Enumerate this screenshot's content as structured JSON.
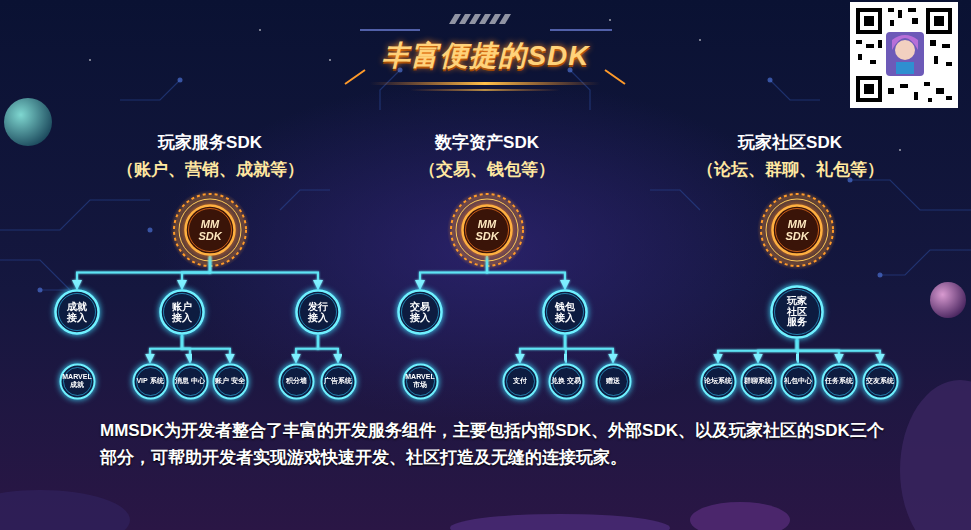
{
  "diagram": {
    "title": "丰富便捷的SDK",
    "caption": "MMSDK为开发者整合了丰富的开发服务组件，主要包括内部SDK、外部SDK、以及玩家社区的SDK三个部分，可帮助开发者实现游戏快速开发、社区打造及无缝的连接玩家。",
    "nodes": [
      {
        "text": [
          "MM SDK"
        ]
      },
      {
        "text": [
          "成就 接入"
        ]
      },
      {
        "text": [
          "账户 接入"
        ]
      },
      {
        "text": [
          "发行 接入"
        ]
      },
      {
        "text": [
          "MARVEL 成就"
        ]
      },
      {
        "text": [
          "VIP 系统"
        ]
      },
      {
        "text": [
          "消息 中心"
        ]
      },
      {
        "text": [
          "账户 安全"
        ]
      },
      {
        "text": [
          "积分墙"
        ]
      },
      {
        "text": [
          "广告系统"
        ]
      },
      {
        "text": [
          "MM SDK"
        ]
      },
      {
        "text": [
          "交易 接入"
        ]
      },
      {
        "text": [
          "钱包 接入"
        ]
      },
      {
        "text": [
          "MARVEL 市场"
        ]
      },
      {
        "text": [
          "支付"
        ]
      },
      {
        "text": [
          "兑换 交易"
        ]
      },
      {
        "text": [
          "赠送"
        ]
      },
      {
        "text": [
          "MM SDK"
        ]
      },
      {
        "text": [
          "玩家 社区 服务"
        ]
      },
      {
        "text": [
          "论坛系统"
        ]
      },
      {
        "text": [
          "群聊系统"
        ]
      },
      {
        "text": [
          "礼包中心"
        ]
      },
      {
        "text": [
          "任务系统"
        ]
      },
      {
        "text": [
          "交友系统"
        ]
      }
    ],
    "edges": [
      {
        "from": 0,
        "to": 1,
        "arrow": "to"
      },
      {
        "from": 0,
        "to": 2,
        "arrow": "to"
      },
      {
        "from": 0,
        "to": 3,
        "arrow": "to"
      },
      {
        "from": 1,
        "to": 4,
        "arrow": "to"
      },
      {
        "from": 2,
        "to": 5,
        "arrow": "to"
      },
      {
        "from": 2,
        "to": 6,
        "arrow": "to"
      },
      {
        "from": 2,
        "to": 7,
        "arrow": "to"
      },
      {
        "from": 3,
        "to": 8,
        "arrow": "to"
      },
      {
        "from": 3,
        "to": 9,
        "arrow": "to"
      },
      {
        "from": 10,
        "to": 11,
        "arrow": "to"
      },
      {
        "from": 10,
        "to": 12,
        "arrow": "to"
      },
      {
        "from": 11,
        "to": 13,
        "arrow": "to"
      },
      {
        "from": 12,
        "to": 14,
        "arrow": "to"
      },
      {
        "from": 12,
        "to": 15,
        "arrow": "to"
      },
      {
        "from": 12,
        "to": 16,
        "arrow": "to"
      },
      {
        "from": 17,
        "to": 18,
        "arrow": "to"
      },
      {
        "from": 18,
        "to": 19,
        "arrow": "to"
      },
      {
        "from": 18,
        "to": 20,
        "arrow": "to"
      },
      {
        "from": 18,
        "to": 21,
        "arrow": "to"
      },
      {
        "from": 18,
        "to": 22,
        "arrow": "to"
      },
      {
        "from": 18,
        "to": 23,
        "arrow": "to"
      }
    ],
    "labels": [
      "玩家服务SDK",
      "（账户、营销、成就等）",
      "数字资产SDK",
      "（交易、钱包等）",
      "玩家社区SDK",
      "（论坛、群聊、礼包等）"
    ]
  }
}
